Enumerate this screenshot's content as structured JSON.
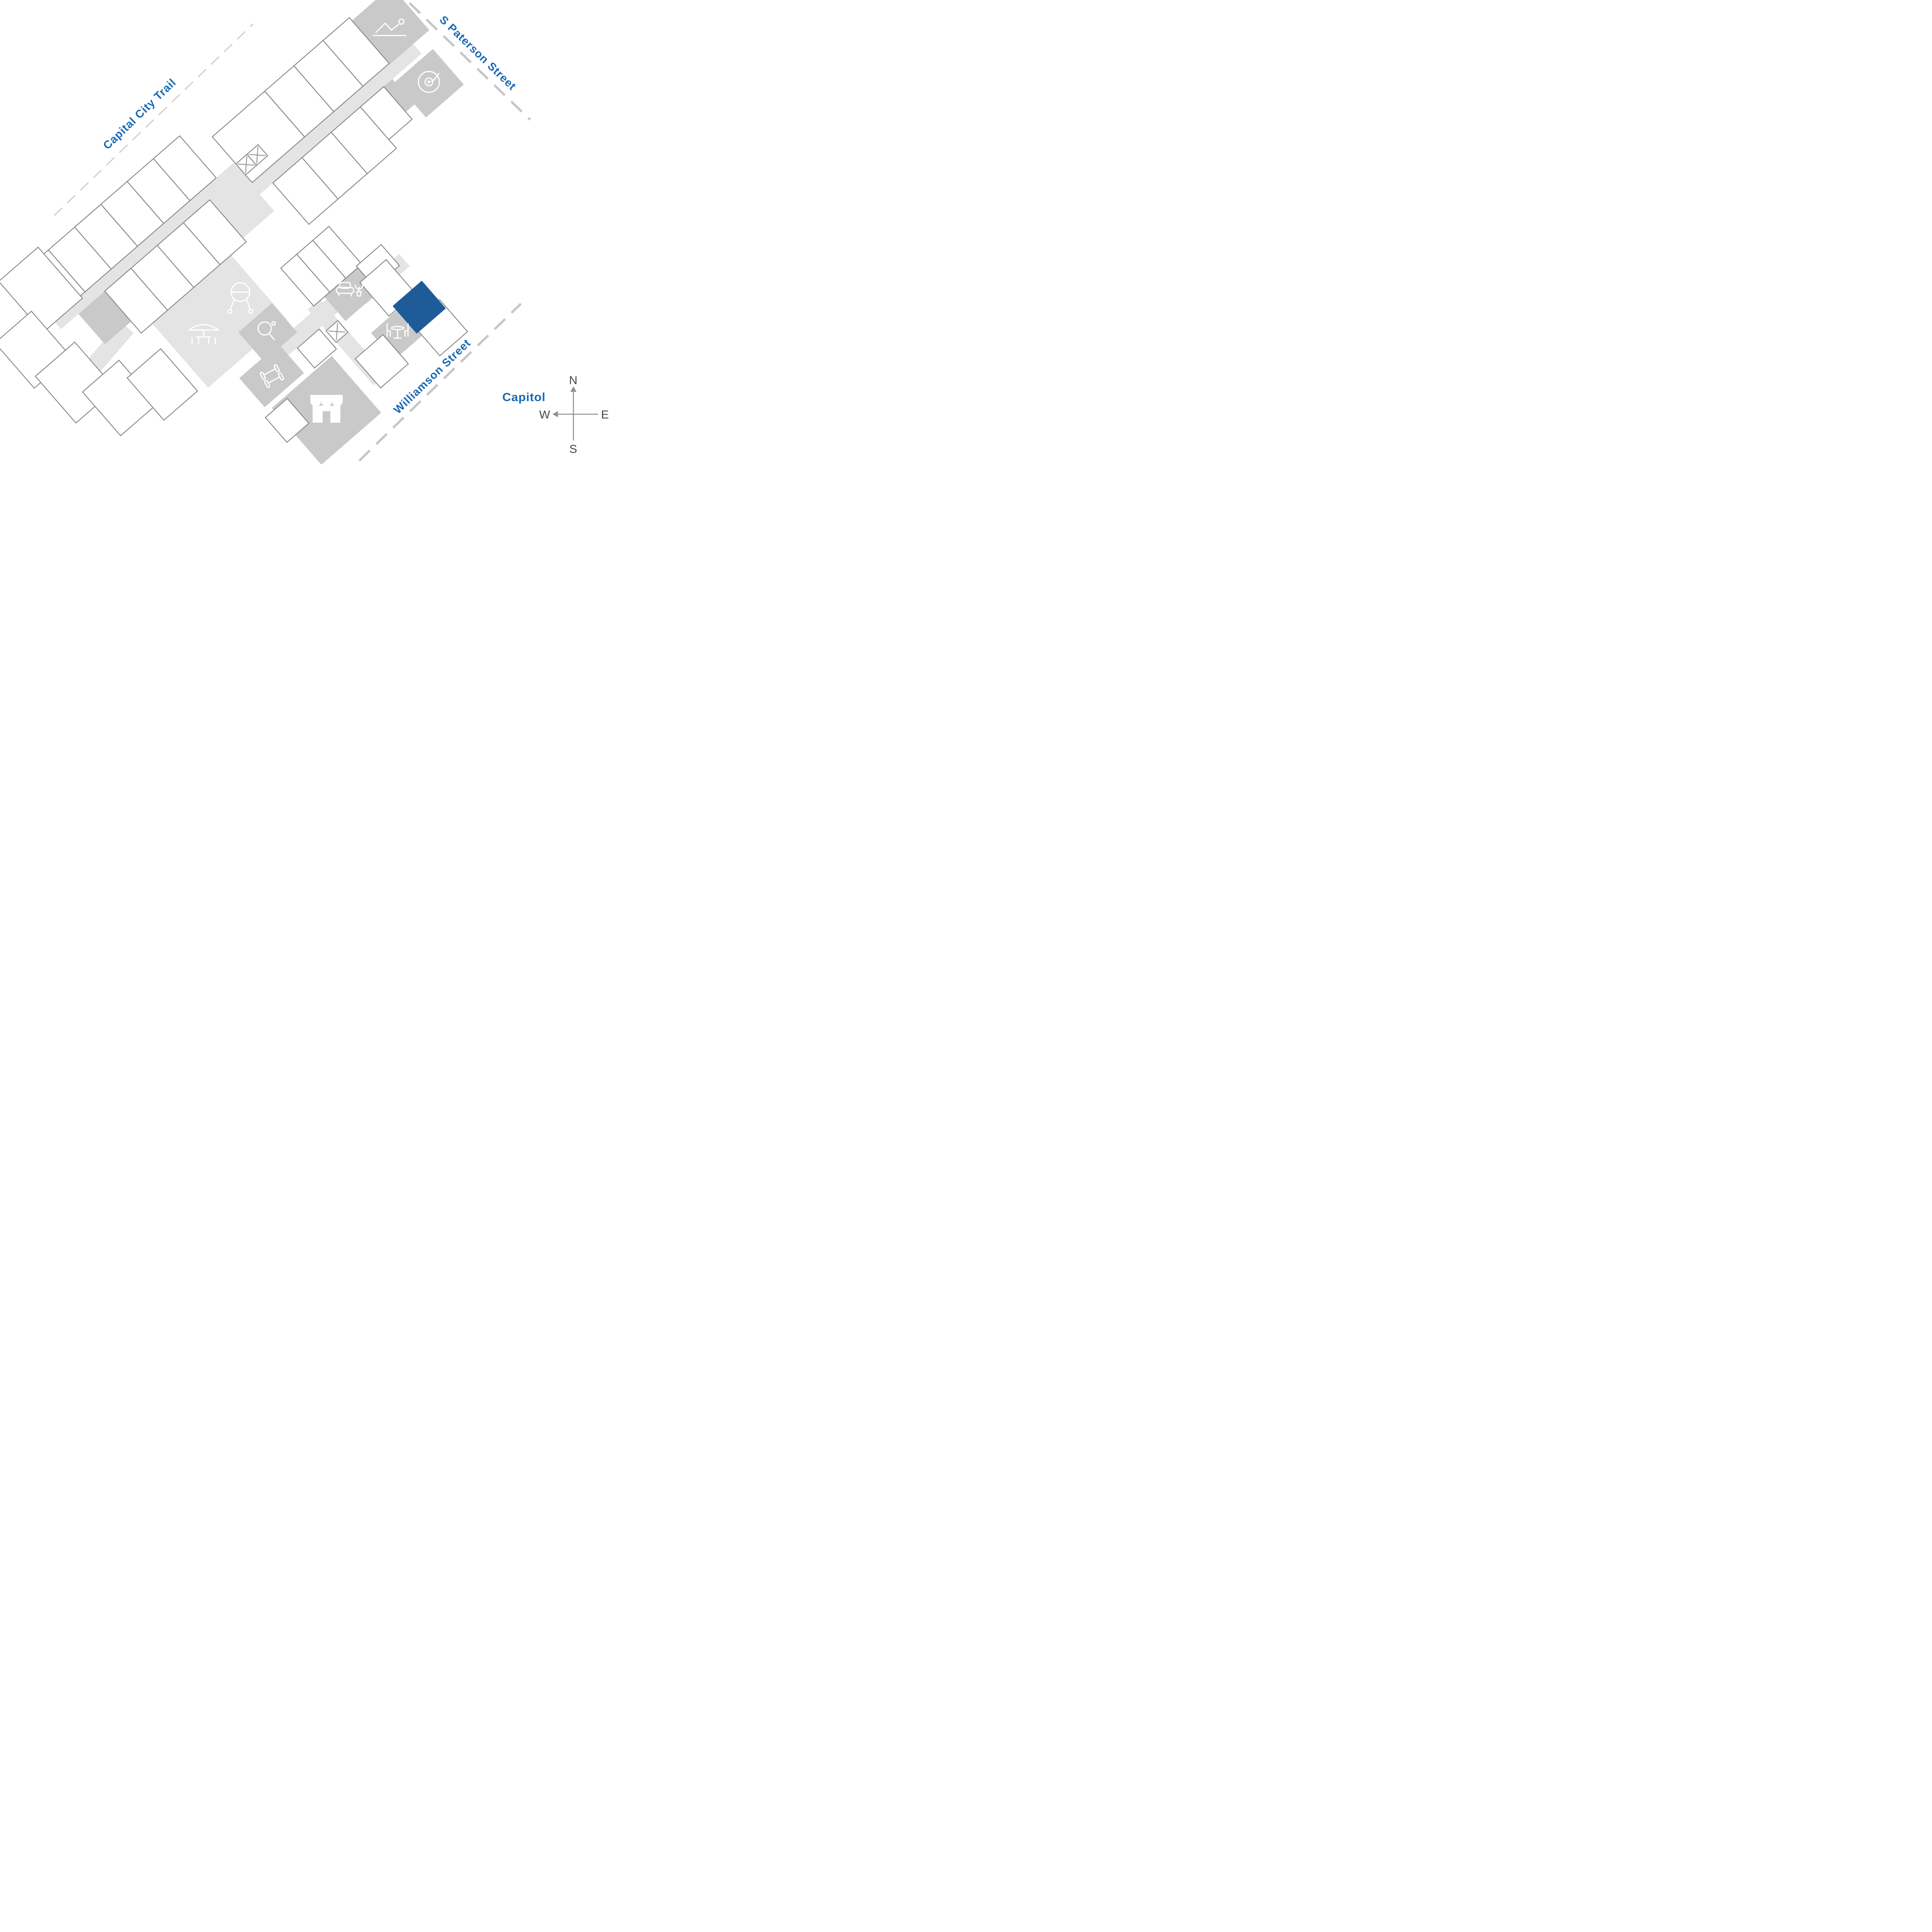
{
  "map": {
    "street_labels": {
      "capital_city_trail": "Capital City Trail",
      "s_paterson_street": "S Paterson Street",
      "williamson_street": "Williamson Street",
      "capitol": "Capitol"
    },
    "compass": {
      "north": "N",
      "east": "E",
      "south": "S",
      "west": "W"
    },
    "colors": {
      "label_blue": "#1b69b4",
      "selected_unit_blue": "#1e5c99",
      "unit_outline_gray": "#858585",
      "amenity_gray": "#c9c9c9",
      "hall_gray": "#e4e4e4",
      "dash_gray": "#c9c9c9"
    },
    "selected_unit": {
      "highlighted": true
    },
    "amenity_icons": [
      "fitness-icon",
      "record-icon",
      "grill-icon",
      "patio-umbrella-icon",
      "ping-pong-icon",
      "gym-icon",
      "store-icon",
      "lounge-icon",
      "dining-table-icon",
      "elevator-icon"
    ]
  }
}
